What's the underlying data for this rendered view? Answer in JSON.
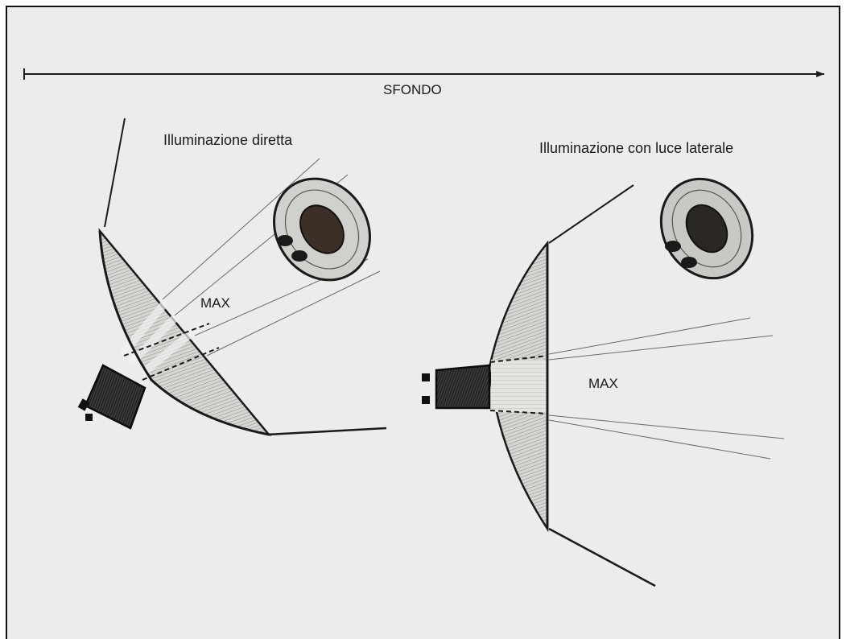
{
  "labels": {
    "background": "SFONDO",
    "direct_lighting": "Illuminazione diretta",
    "side_lighting": "Illuminazione con luce laterale",
    "max_direct": "MAX",
    "max_side": "MAX"
  },
  "colors": {
    "paper": "#ececea",
    "ink": "#1a1a1a",
    "frame": "#111111"
  }
}
